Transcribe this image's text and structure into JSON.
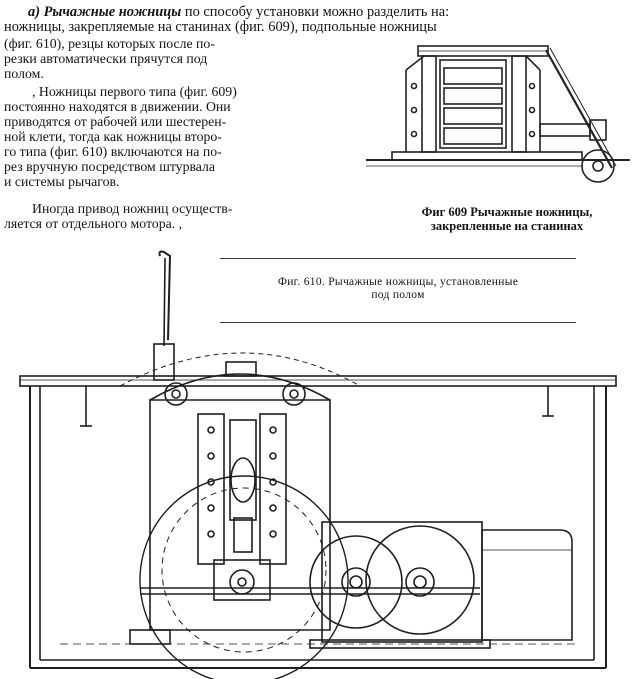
{
  "intro": {
    "lead_italic": "а) Рычажные ножницы",
    "lead_rest": " по способу установки можно разделить на:",
    "line2": "ножницы, закрепляемые на станинах (фиг. 609), подпольные ножницы"
  },
  "left_column": {
    "p1": [
      "(фиг. 610), резцы которых после по-",
      "резки автоматически прячутся под",
      "полом."
    ],
    "p2": [
      ", Ножницы первого типа (фиг. 609)",
      "постоянно находятся в движении. Они",
      "приводятся от рабочей или шестерен-",
      "ной клети, тогда как ножницы второ-",
      "го типа (фиг. 610) включаются на по-",
      "рез вручную посредством штурвала",
      "и системы рычагов."
    ],
    "p3": [
      "Иногда привод ножниц осуществ-",
      "ляется от отдельного мотора. ,"
    ]
  },
  "fig609": {
    "caption_line1": "Фиг 609 Рычажные ножницы,",
    "caption_line2": "закрепленные на станинах"
  },
  "fig610": {
    "caption_line1": "Фиг. 610. Рычажные ножницы, установленные",
    "caption_line2": "под полом"
  }
}
